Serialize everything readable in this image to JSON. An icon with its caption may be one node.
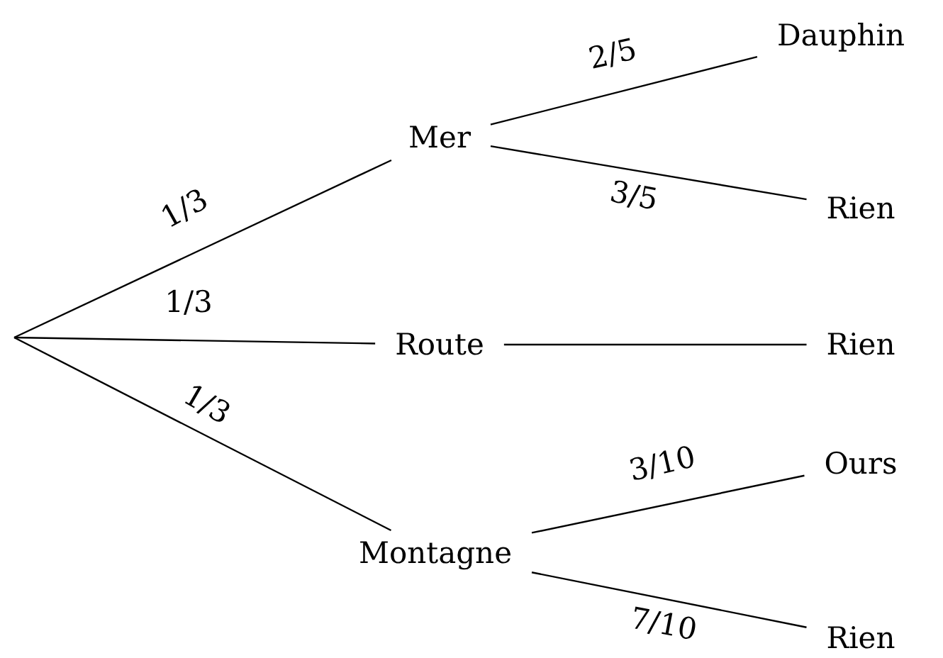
{
  "diagram": {
    "nodes": [
      {
        "text": [
          "Mer"
        ]
      },
      {
        "text": [
          "Route"
        ]
      },
      {
        "text": [
          "Montagne"
        ]
      },
      {
        "text": [
          "Dauphin"
        ]
      },
      {
        "text": [
          "Rien"
        ]
      },
      {
        "text": [
          "Rien"
        ]
      },
      {
        "text": [
          "Ours"
        ]
      },
      {
        "text": [
          "Rien"
        ]
      }
    ],
    "edges": [
      {
        "from": null,
        "to": 0,
        "arrow": "none",
        "label": "1/3"
      },
      {
        "from": null,
        "to": 1,
        "arrow": "none",
        "label": "1/3"
      },
      {
        "from": null,
        "to": 2,
        "arrow": "none",
        "label": "1/3"
      },
      {
        "from": 0,
        "to": 3,
        "arrow": "none",
        "label": "2/5"
      },
      {
        "from": 0,
        "to": 4,
        "arrow": "none",
        "label": "3/5"
      },
      {
        "from": 1,
        "to": 5,
        "arrow": "none"
      },
      {
        "from": 2,
        "to": 6,
        "arrow": "none",
        "label": "3/10"
      },
      {
        "from": 2,
        "to": 7,
        "arrow": "none",
        "label": "7/10"
      }
    ]
  }
}
